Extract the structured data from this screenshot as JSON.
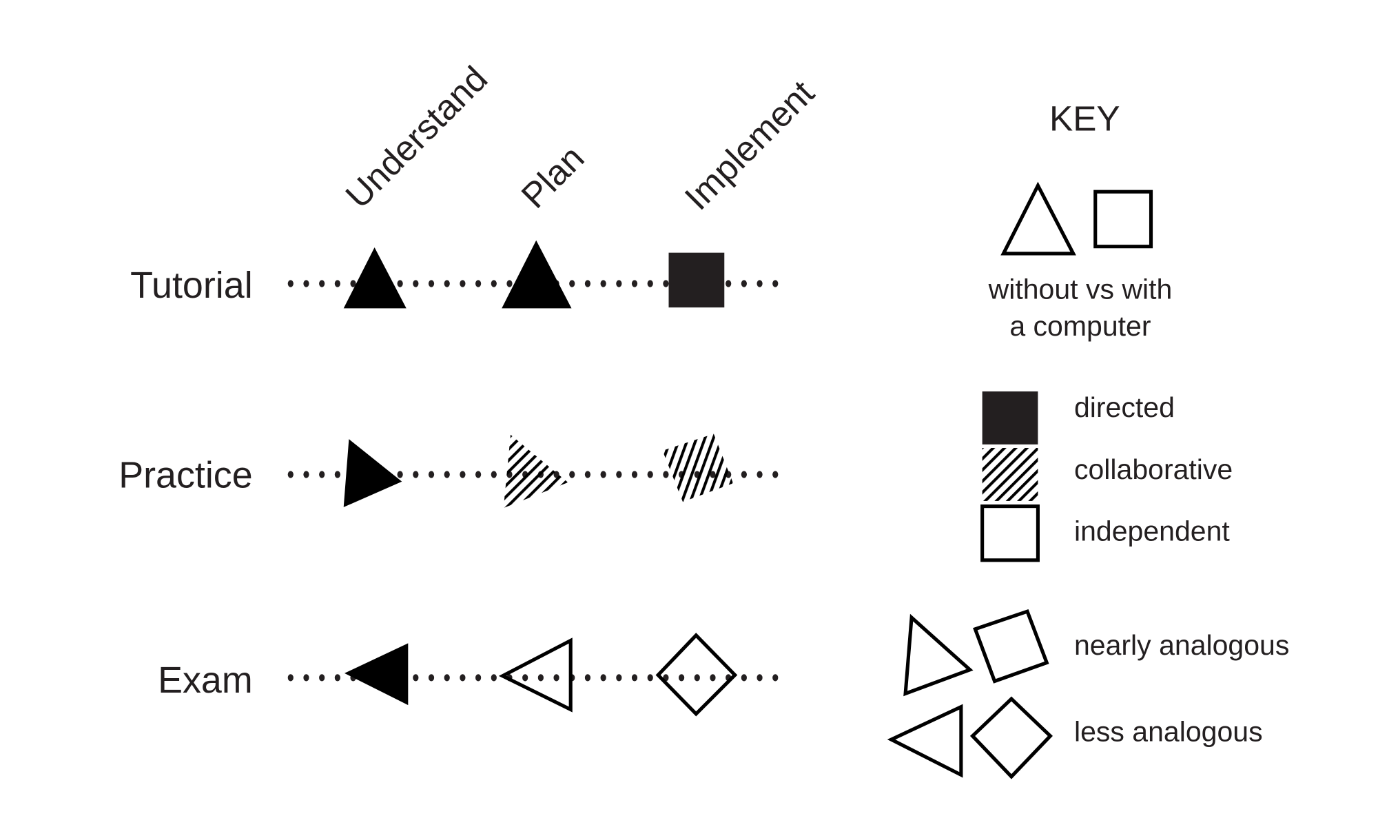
{
  "diagram": {
    "columns": [
      {
        "id": "understand",
        "label": "Understand"
      },
      {
        "id": "plan",
        "label": "Plan"
      },
      {
        "id": "implement",
        "label": "Implement"
      }
    ],
    "rows": [
      {
        "id": "tutorial",
        "label": "Tutorial",
        "cells": [
          {
            "column": "understand",
            "shape": "triangle",
            "mode": "directed",
            "analogy": "same"
          },
          {
            "column": "plan",
            "shape": "triangle",
            "mode": "directed",
            "analogy": "same"
          },
          {
            "column": "implement",
            "shape": "square",
            "mode": "directed",
            "analogy": "same"
          }
        ]
      },
      {
        "id": "practice",
        "label": "Practice",
        "cells": [
          {
            "column": "understand",
            "shape": "triangle",
            "mode": "directed",
            "analogy": "nearly analogous"
          },
          {
            "column": "plan",
            "shape": "triangle",
            "mode": "collaborative",
            "analogy": "nearly analogous"
          },
          {
            "column": "implement",
            "shape": "square",
            "mode": "collaborative",
            "analogy": "nearly analogous"
          }
        ]
      },
      {
        "id": "exam",
        "label": "Exam",
        "cells": [
          {
            "column": "understand",
            "shape": "triangle",
            "mode": "directed",
            "analogy": "less analogous"
          },
          {
            "column": "plan",
            "shape": "triangle",
            "mode": "independent",
            "analogy": "less analogous"
          },
          {
            "column": "implement",
            "shape": "square",
            "mode": "independent",
            "analogy": "less analogous"
          }
        ]
      }
    ]
  },
  "key": {
    "title": "KEY",
    "shape_meaning": {
      "triangle": "without",
      "square": "with",
      "caption_line1": "without vs with",
      "caption_line2": "a computer"
    },
    "modes": [
      {
        "id": "directed",
        "label": "directed",
        "style": "solid"
      },
      {
        "id": "collaborative",
        "label": "collaborative",
        "style": "hatched"
      },
      {
        "id": "independent",
        "label": "independent",
        "style": "outline"
      }
    ],
    "analogy": [
      {
        "id": "nearly",
        "label": "nearly analogous"
      },
      {
        "id": "less",
        "label": "less analogous"
      }
    ]
  },
  "colors": {
    "ink": "#231f20",
    "fill": "#000000",
    "background": "#ffffff"
  }
}
